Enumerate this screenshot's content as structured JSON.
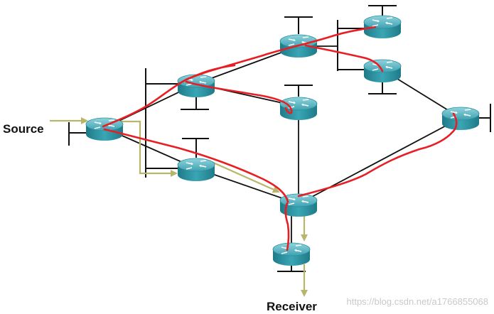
{
  "labels": {
    "source": "Source",
    "receiver": "Receiver"
  },
  "watermark": "https://blog.csdn.net/a1766855068",
  "colors": {
    "router_top": "#5fb8c4",
    "router_side": "#2a8f9e",
    "router_dark": "#1d6f7c",
    "router_arrows": "#ffffff",
    "link": "#111111",
    "flow_arrow": "#b8b66a",
    "path_highlight": "#e81e25"
  },
  "icons": {
    "router": "router-icon",
    "lan_segment": "lan-bus-icon"
  }
}
